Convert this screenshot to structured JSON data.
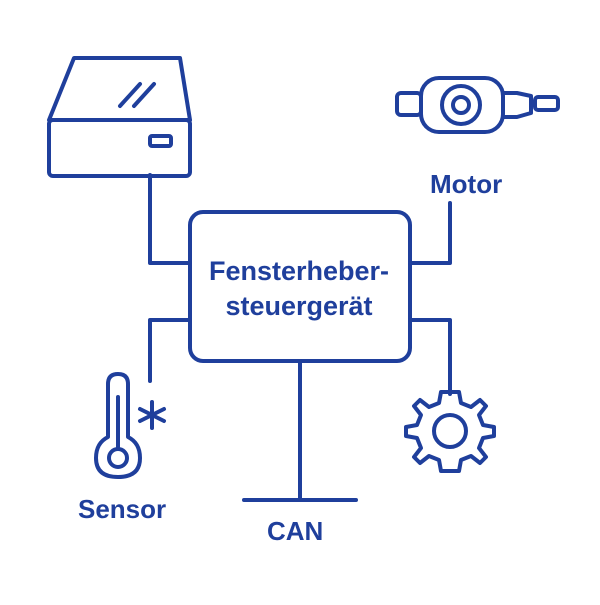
{
  "diagram": {
    "controller": {
      "line1": "Fensterheber-",
      "line2": "steuergerät"
    },
    "labels": {
      "motor": "Motor",
      "sensor": "Sensor",
      "can": "CAN"
    },
    "icons": {
      "top_left": "device-box-icon",
      "top_right": "motor-icon",
      "bottom_left": "thermometer-sensor-icon",
      "bottom_right": "gear-icon"
    },
    "colors": {
      "stroke": "#1f3f9c",
      "text": "#1f3f9c",
      "background": "#ffffff"
    }
  }
}
